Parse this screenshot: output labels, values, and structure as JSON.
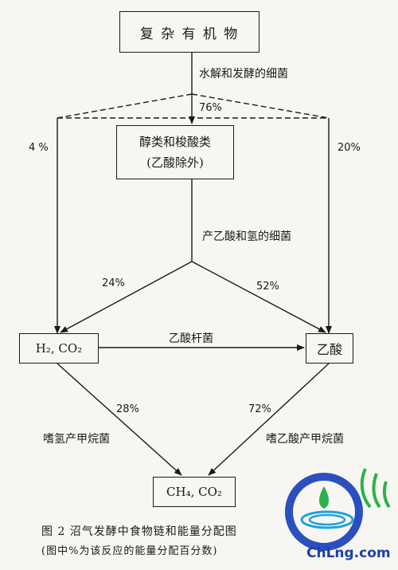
{
  "boxes": {
    "complex_organics": "复 杂 有 机 物",
    "alcohols_acids_line1": "醇类和梭酸类",
    "alcohols_acids_line2": "(乙酸除外)",
    "h2_co2": "H₂, CO₂",
    "acetic_acid": "乙酸",
    "ch4_co2": "CH₄, CO₂"
  },
  "labels": {
    "hydrolysis_bacteria": "水解和发酵的细菌",
    "acetogenic_bacteria": "产乙酸和氢的细菌",
    "acetobacterium": "乙酸杆菌",
    "hydrogenotrophic_methanogens": "嗜氢产甲烷菌",
    "acetoclastic_methanogens": "嗜乙酸产甲烷菌"
  },
  "percentages": {
    "to_alcohols": "76%",
    "to_h2": "4 %",
    "to_acetic": "20%",
    "alc_to_h2": "24%",
    "alc_to_acetic": "52%",
    "h2_to_ch4": "28%",
    "acetic_to_ch4": "72%"
  },
  "caption": {
    "line1": "图 2   沼气发酵中食物链和能量分配图",
    "line2": "(图中%为该反应的能量分配百分数)"
  },
  "logo": {
    "text": "ChLng.com"
  }
}
